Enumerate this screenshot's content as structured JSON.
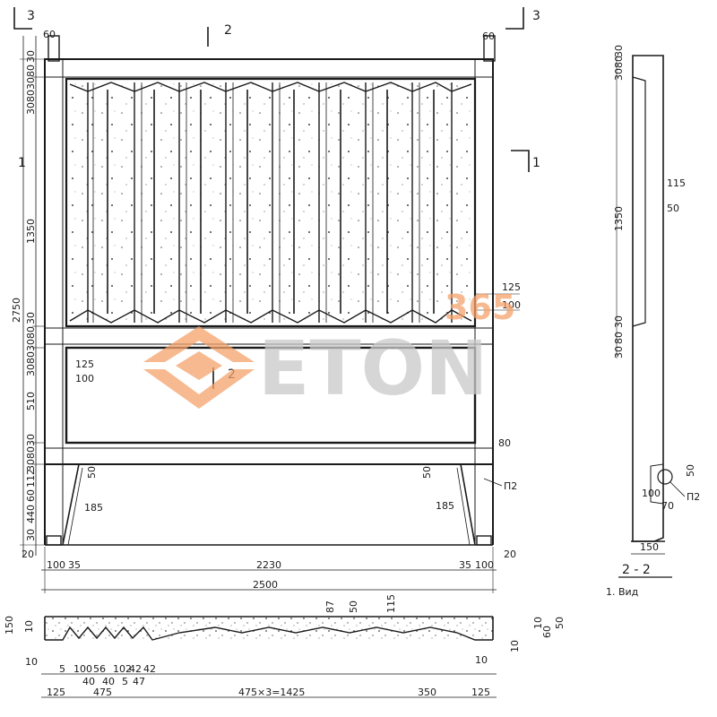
{
  "watermark": {
    "brand": "ETON",
    "number": "365",
    "color_orange": "#f5a26a",
    "color_gray": "#c9c9c9"
  },
  "sections": {
    "s3_left": "3",
    "s3_right": "3",
    "s2_top": "2",
    "s2_mid": "2",
    "s1_right": "1",
    "s1_left": "1",
    "s22_title": "2 - 2",
    "view1": "1. Вид"
  },
  "dims_left": {
    "d60l": "60",
    "d30a": "30",
    "d80a": "80",
    "d30b": "30",
    "d80b": "80",
    "d30c": "30",
    "d1350": "1350",
    "d2750": "2750",
    "d30d": "30",
    "d80c": "80",
    "d30e": "30",
    "d80d": "80",
    "d30f": "30",
    "d510": "510",
    "d30g": "30",
    "d80e": "80",
    "d30h": "30",
    "d112": "112",
    "d60": "60",
    "d440": "440",
    "d30i": "30",
    "d20l": "20"
  },
  "dims_panel": {
    "d60r": "60",
    "d125a": "125",
    "d100a": "100",
    "d125b": "125",
    "d100b": "100",
    "d80": "80",
    "d50a": "50",
    "d185a": "185",
    "d50b": "50",
    "d185b": "185",
    "dp2": "П2",
    "d20r": "20",
    "d100l": "100",
    "d35l": "35",
    "d2230": "2230",
    "d35r": "35",
    "d100r": "100",
    "d2500": "2500"
  },
  "dims_section": {
    "s30a": "30",
    "s80": "80",
    "s30b": "30",
    "s115": "115",
    "s1350": "1350",
    "s50": "50",
    "s30c": "30",
    "s80b": "80",
    "s30d": "30",
    "s50b": "50",
    "s100": "100",
    "s70": "70",
    "sp2": "П2",
    "s150": "150"
  },
  "dims_plan": {
    "p150": "150",
    "p10a": "10",
    "p87": "87",
    "p50": "50",
    "p115": "115",
    "p10b": "10",
    "p60": "60",
    "p50r": "50",
    "p10c": "10",
    "p10d": "10",
    "p10e": "10",
    "p5": "5",
    "p100": "100",
    "p56": "56",
    "p102": "102",
    "p42a": "42",
    "p42b": "42",
    "p40a": "40",
    "p40b": "40",
    "p5b": "5",
    "p47": "47",
    "p125l": "125",
    "p475": "475",
    "p1425": "475×3=1425",
    "p350": "350",
    "p125r": "125"
  }
}
